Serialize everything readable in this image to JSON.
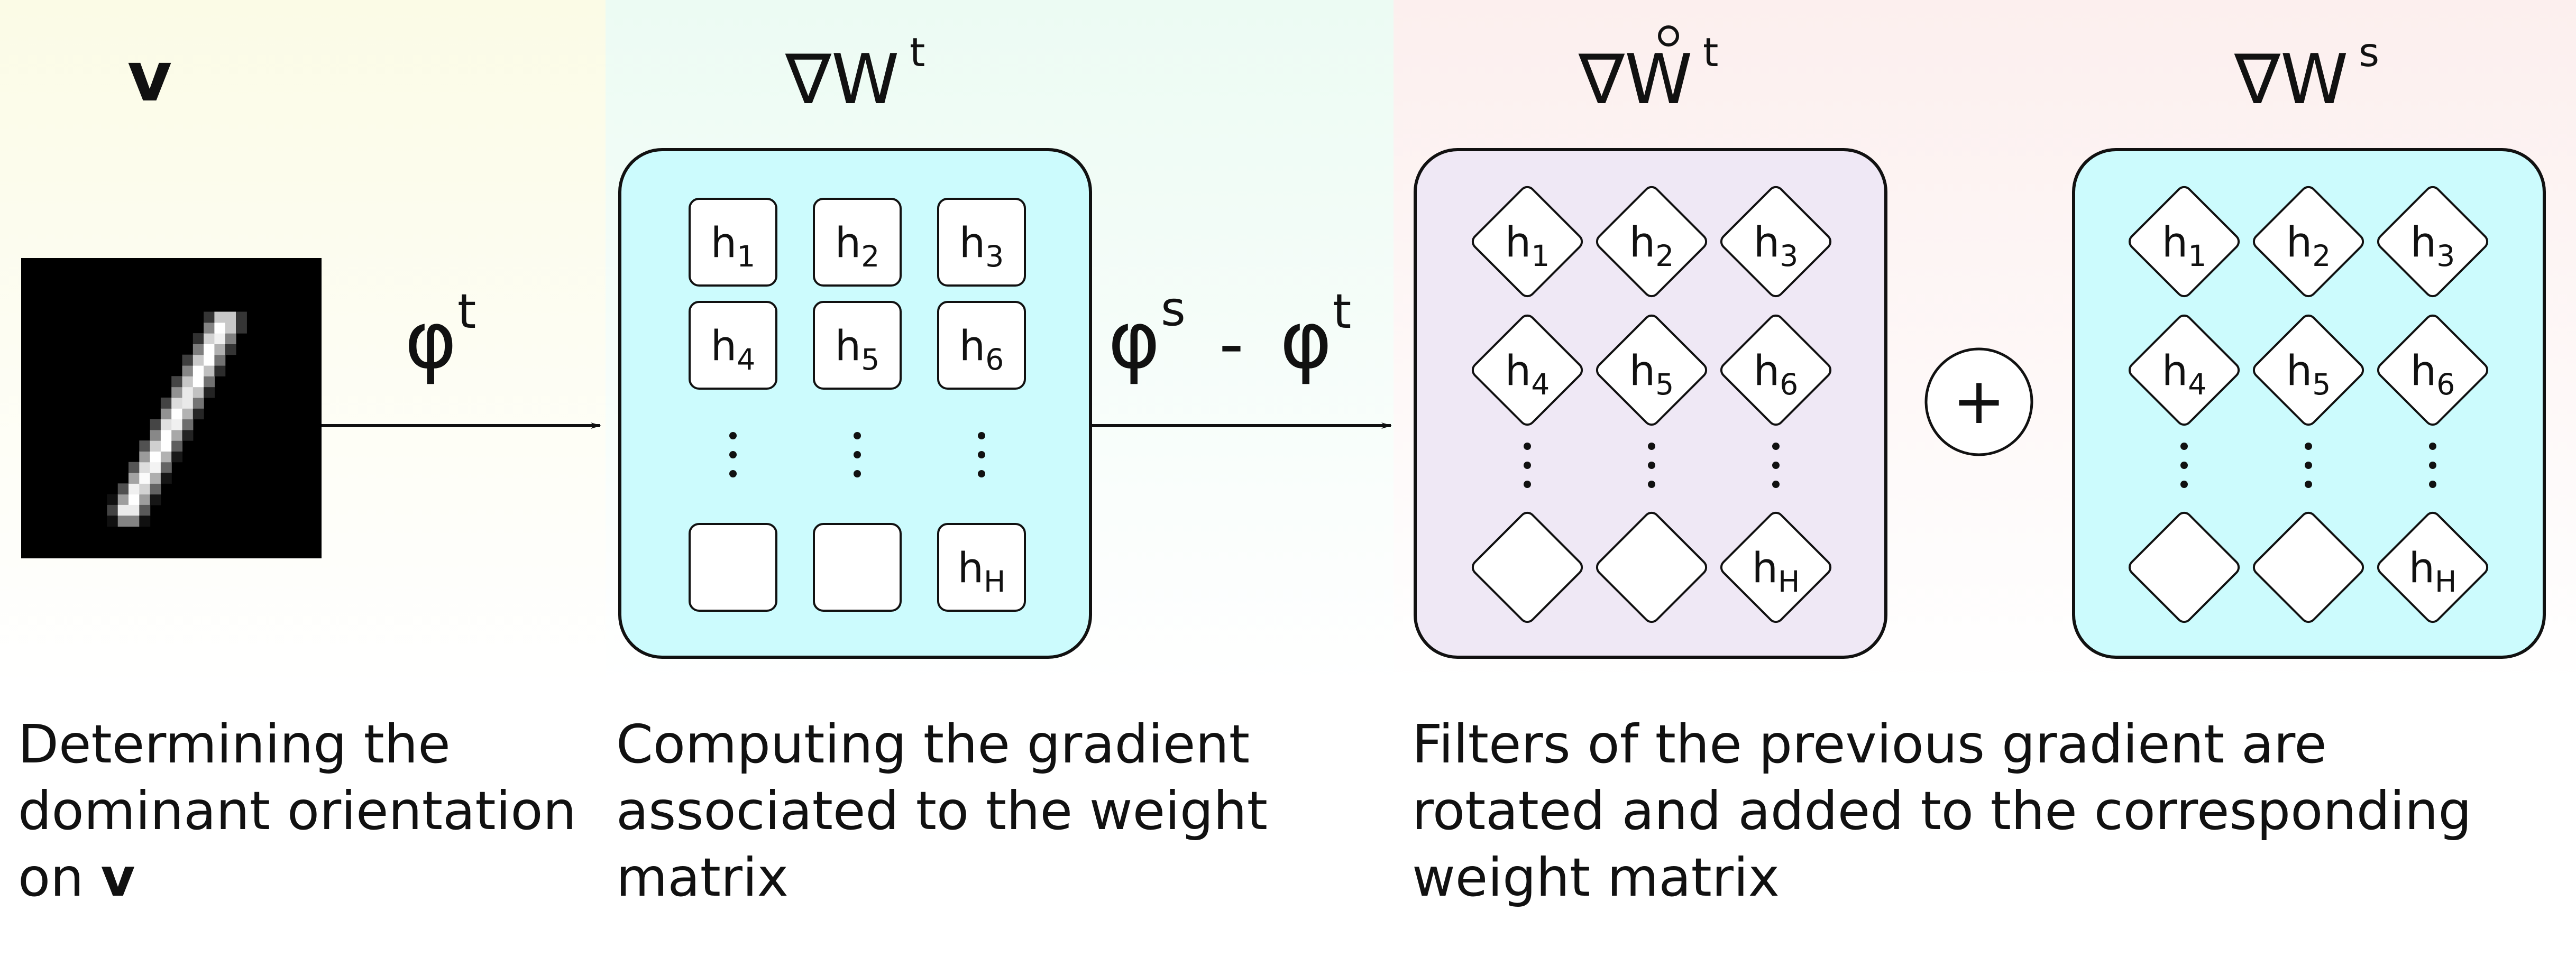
{
  "labels": {
    "v": "v",
    "phi_t": "φ",
    "phi_t_sup": "t",
    "phi_s": "φ",
    "phi_s_sup": "s",
    "minus": "-",
    "phi_t2": "φ",
    "phi_t2_sup": "t",
    "grad_wt": "∇W",
    "grad_wt_sup": "t",
    "grad_wt_rot": "∇W",
    "grad_wt_rot_ring": "°",
    "grad_wt_rot_sup": "t",
    "grad_ws": "∇W",
    "grad_ws_sup": "s",
    "plus": "+"
  },
  "filters": [
    {
      "base": "h",
      "sub": "1"
    },
    {
      "base": "h",
      "sub": "2"
    },
    {
      "base": "h",
      "sub": "3"
    },
    {
      "base": "h",
      "sub": "4"
    },
    {
      "base": "h",
      "sub": "5"
    },
    {
      "base": "h",
      "sub": "6"
    },
    {
      "base": "",
      "sub": ""
    },
    {
      "base": "",
      "sub": ""
    },
    {
      "base": "h",
      "sub": "H"
    }
  ],
  "ellipsis": "⋮",
  "captions": {
    "c1": {
      "line1": "Determining the",
      "line2": "dominant orientation",
      "line3_prefix": "on ",
      "line3_bold": "v"
    },
    "c2": {
      "line1": "Computing the gradient",
      "line2": "associated to the weight",
      "line3": "matrix"
    },
    "c3": {
      "line1": "Filters of the previous gradient are",
      "line2": "rotated and added to the corresponding",
      "line3": "weight matrix"
    }
  },
  "colors": {
    "panel_cyan": "#ccfbfd",
    "panel_lavender": "#efe8f5",
    "bg_yellow": "#fbfbe8",
    "bg_green": "#eefbf4",
    "bg_pink": "#fcefee",
    "stroke": "#111111"
  }
}
